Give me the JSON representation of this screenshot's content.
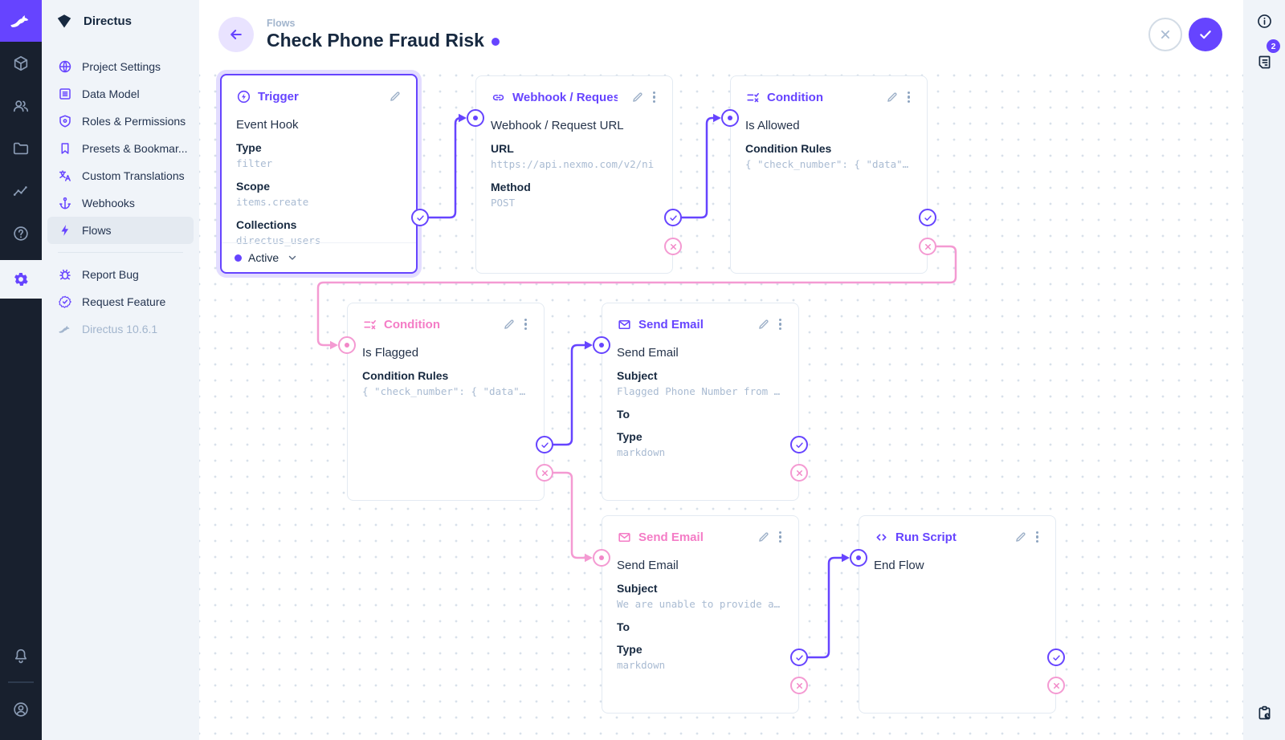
{
  "colors": {
    "brand_purple": "#6644ff",
    "reject_pink": "#f287c8",
    "module_bar_bg": "#18202e",
    "sidebar_bg": "#f0f4f9",
    "text_dark": "#172940",
    "text_muted": "#a2b5cd"
  },
  "module_bar": {
    "icons": [
      "directus-rabbit-logo",
      "box-icon",
      "users-icon",
      "folder-icon",
      "insights-icon",
      "help-icon",
      "gear-icon",
      "bell-icon",
      "avatar-icon"
    ],
    "active_module": "settings"
  },
  "sidebar": {
    "project_name": "Directus",
    "items": [
      {
        "label": "Project Settings",
        "icon": "globe-icon"
      },
      {
        "label": "Data Model",
        "icon": "data-model-icon"
      },
      {
        "label": "Roles & Permissions",
        "icon": "shield-icon"
      },
      {
        "label": "Presets & Bookmar...",
        "icon": "bookmark-icon"
      },
      {
        "label": "Custom Translations",
        "icon": "translate-icon"
      },
      {
        "label": "Webhooks",
        "icon": "anchor-icon"
      },
      {
        "label": "Flows",
        "icon": "bolt-icon"
      }
    ],
    "footer_items": [
      {
        "label": "Report Bug",
        "icon": "bug-icon"
      },
      {
        "label": "Request Feature",
        "icon": "feature-icon"
      }
    ],
    "version": "Directus 10.6.1"
  },
  "header": {
    "breadcrumb": "Flows",
    "title": "Check Phone Fraud Risk"
  },
  "right_dock": {
    "badge_count": "2",
    "icons": [
      "info-icon",
      "activity-log-icon",
      "clipboard-clock-icon"
    ]
  },
  "canvas": {
    "nodes": [
      {
        "id": "trigger",
        "title": "Trigger",
        "subtitle": "Event Hook",
        "accent": "purple",
        "icon": "trigger-icon",
        "status": "Active",
        "fields": [
          {
            "label": "Type",
            "value": "filter"
          },
          {
            "label": "Scope",
            "value": "items.create"
          },
          {
            "label": "Collections",
            "value": "directus_users"
          }
        ]
      },
      {
        "id": "webhook",
        "title": "Webhook / Request U",
        "subtitle": "Webhook / Request URL",
        "accent": "purple",
        "icon": "link-icon",
        "fields": [
          {
            "label": "URL",
            "value": "https://api.nexmo.com/v2/ni"
          },
          {
            "label": "Method",
            "value": "POST"
          }
        ]
      },
      {
        "id": "condition-allowed",
        "title": "Condition",
        "subtitle": "Is Allowed",
        "accent": "purple",
        "icon": "rule-icon",
        "fields": [
          {
            "label": "Condition Rules",
            "value": "{ \"check_number\": { \"data\"…"
          }
        ]
      },
      {
        "id": "condition-flagged",
        "title": "Condition",
        "subtitle": "Is Flagged",
        "accent": "pink",
        "icon": "rule-icon",
        "fields": [
          {
            "label": "Condition Rules",
            "value": "{ \"check_number\": { \"data\"…"
          }
        ]
      },
      {
        "id": "send-email-flagged",
        "title": "Send Email",
        "subtitle": "Send Email",
        "accent": "purple",
        "icon": "mail-icon",
        "fields": [
          {
            "label": "Subject",
            "value": "Flagged Phone Number from …"
          },
          {
            "label": "To",
            "value": ""
          },
          {
            "label": "Type",
            "value": "markdown"
          }
        ]
      },
      {
        "id": "send-email-unable",
        "title": "Send Email",
        "subtitle": "Send Email",
        "accent": "pink",
        "icon": "mail-icon",
        "fields": [
          {
            "label": "Subject",
            "value": "We are unable to provide a…"
          },
          {
            "label": "To",
            "value": ""
          },
          {
            "label": "Type",
            "value": "markdown"
          }
        ]
      },
      {
        "id": "run-script",
        "title": "Run Script",
        "subtitle": "End Flow",
        "accent": "purple",
        "icon": "code-icon",
        "fields": []
      }
    ]
  }
}
